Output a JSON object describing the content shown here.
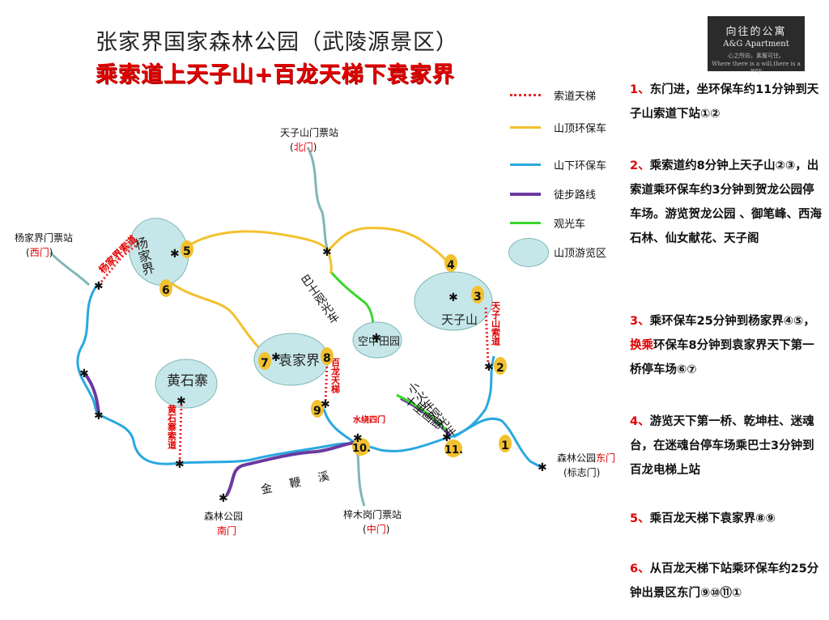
{
  "header": {
    "title": "张家界国家森林公园（武陵源景区）",
    "subtitle": "乘索道上天子山+百龙天梯下袁家界"
  },
  "logo": {
    "name": "向往的公寓",
    "english": "A&G Apartment",
    "slogan_cn": "心之所向，素履可往。",
    "slogan_en": "Where there is a will,there is a way"
  },
  "legend": {
    "items": [
      {
        "label": "索道天梯",
        "color": "#e8262a",
        "style": "dotted"
      },
      {
        "label": "山顶环保车",
        "color": "#f2c12e",
        "style": "solid"
      },
      {
        "label": "山下环保车",
        "color": "#29a8e0",
        "style": "solid"
      },
      {
        "label": "徒步路线",
        "color": "#6b3aa0",
        "style": "solid"
      },
      {
        "label": "观光车",
        "color": "#39d62b",
        "style": "solid"
      },
      {
        "label": "山顶游览区",
        "color": "#bfe3e8",
        "style": "area"
      }
    ]
  },
  "map": {
    "colors": {
      "top_bus": "#f2c12e",
      "bottom_bus": "#29a8e0",
      "hiking": "#6b3aa0",
      "sightseeing": "#39d62b",
      "cable": "#e8262a",
      "area": "#c6e7ea",
      "river": "#7fb7b6"
    },
    "areas": [
      {
        "name": "杨家界"
      },
      {
        "name": "袁家界"
      },
      {
        "name": "黄石寨"
      },
      {
        "name": "空中田园"
      },
      {
        "name": "天子山"
      }
    ],
    "gates": {
      "north": {
        "name": "天子山门票站",
        "tag": "北门"
      },
      "west": {
        "name": "杨家界门票站",
        "tag": "西门"
      },
      "east": {
        "name": "森林公园",
        "tag": "东门",
        "note": "(标志门)"
      },
      "south": {
        "name": "森林公园",
        "tag": "南门"
      },
      "middle": {
        "name": "梓木岗门票站",
        "tag": "中门"
      },
      "shuirao": {
        "name": "水绕四门"
      }
    },
    "cableways": {
      "yangjiajie": "杨家界索道",
      "tianzi": "天子山索道",
      "bailong": "百龙天梯",
      "huangshizhai": "黄石寨索道"
    },
    "route_labels": {
      "bus_sightseeing": "巴士观光车",
      "train_sightseeing": "小火车观光车",
      "gallery": "十里画廊",
      "stream": "金鞭溪"
    },
    "stops": [
      "1",
      "2",
      "3",
      "4",
      "5",
      "6",
      "7",
      "8",
      "9",
      "10.",
      "11."
    ]
  },
  "steps": [
    {
      "num": "1",
      "sep": "、",
      "text": "东门进，坐环保车约11分钟到天子山索道下站①②"
    },
    {
      "num": "2",
      "sep": "、",
      "text": "乘索道约8分钟上天子山②③，出索道乘环保车约3分钟到贺龙公园停车场。游览贺龙公园 、御笔峰、西海石林、仙女献花、天子阁"
    },
    {
      "num": "3",
      "sep": "、",
      "text_a": "乘环保车25分钟到杨家界④⑤，",
      "text_red": "换乘",
      "text_b": "环保车8分钟到袁家界天下第一桥停车场⑥⑦"
    },
    {
      "num": "4",
      "sep": "、",
      "text": "游览天下第一桥、乾坤柱、迷魂台，在迷魂台停车场乘巴士3分钟到百龙电梯上站"
    },
    {
      "num": "5",
      "sep": "、",
      "text": "乘百龙天梯下袁家界⑧⑨"
    },
    {
      "num": "6",
      "sep": "、",
      "text": "从百龙天梯下站乘环保车约25分钟出景区东门⑨⑩⑪①"
    }
  ]
}
